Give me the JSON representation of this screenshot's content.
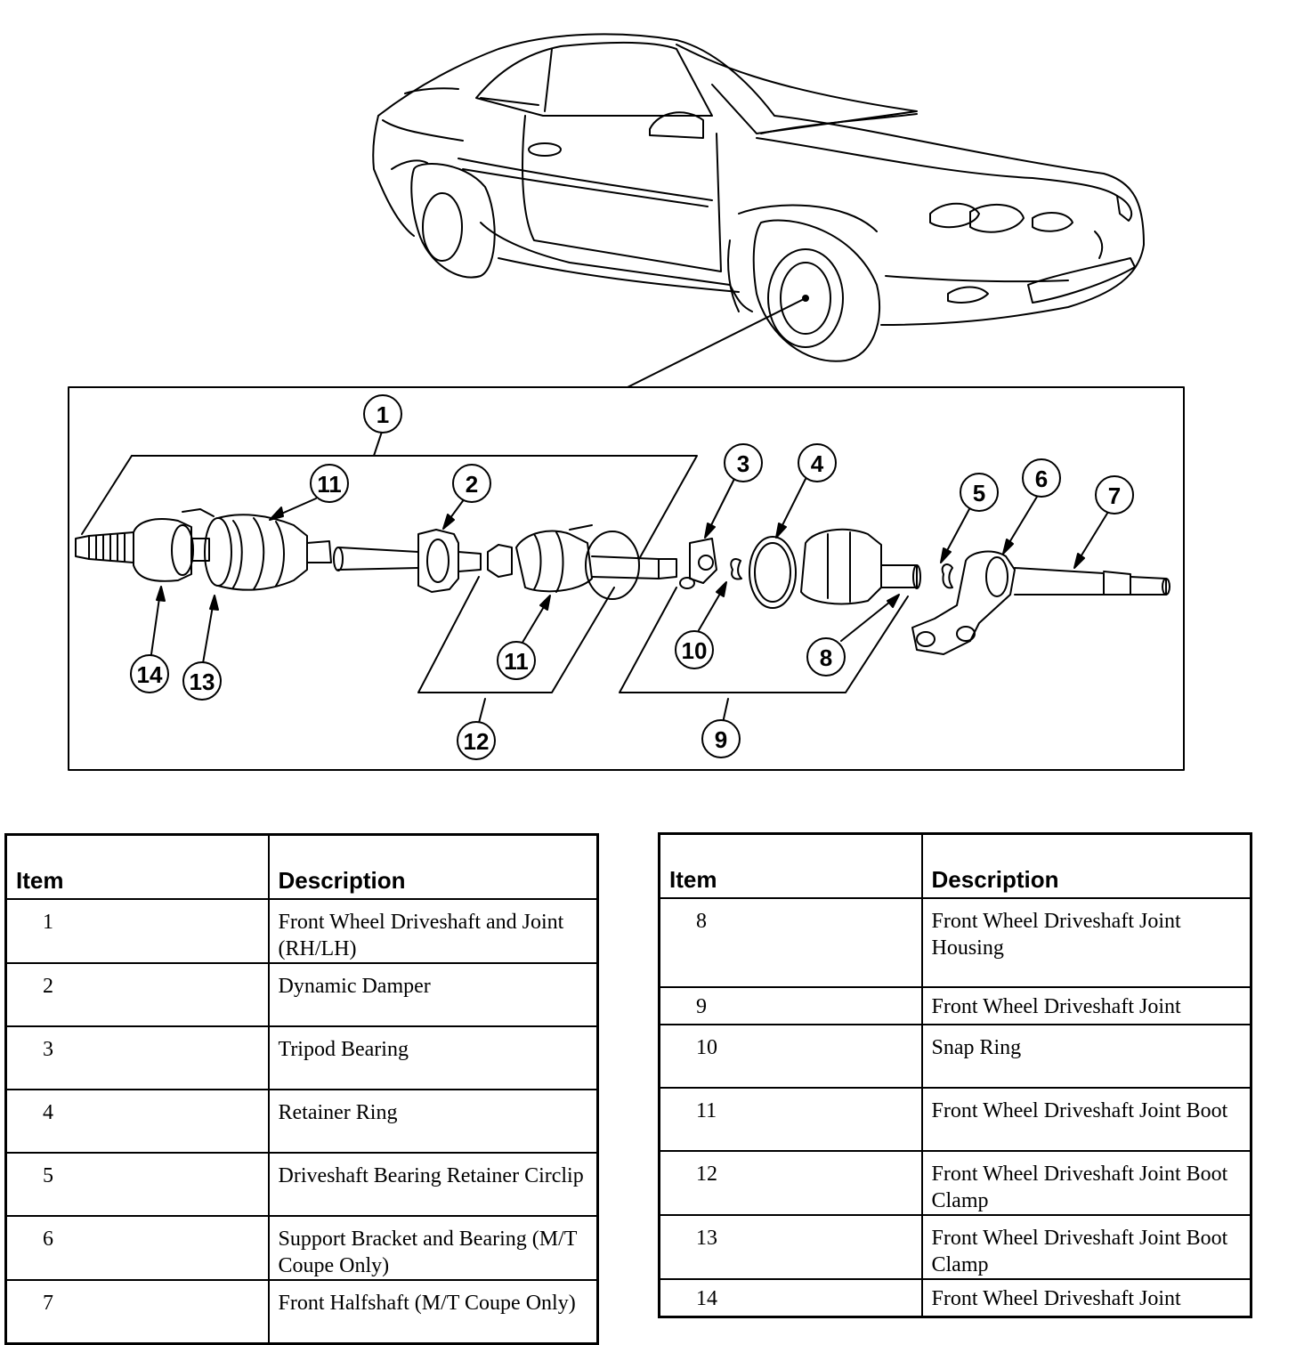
{
  "diagram": {
    "callouts": [
      "1",
      "2",
      "3",
      "4",
      "5",
      "6",
      "7",
      "8",
      "9",
      "10",
      "11",
      "11",
      "12",
      "13",
      "14"
    ]
  },
  "tables": {
    "left": {
      "headers": {
        "item": "Item",
        "description": "Description"
      },
      "rows": [
        {
          "item": "1",
          "description": "Front Wheel Driveshaft and Joint (RH/LH)"
        },
        {
          "item": "2",
          "description": "Dynamic Damper"
        },
        {
          "item": "3",
          "description": "Tripod Bearing"
        },
        {
          "item": "4",
          "description": "Retainer Ring"
        },
        {
          "item": "5",
          "description": "Driveshaft Bearing Retainer Circlip"
        },
        {
          "item": "6",
          "description": "Support Bracket and Bearing (M/T Coupe Only)"
        },
        {
          "item": "7",
          "description": "Front Halfshaft (M/T Coupe Only)"
        }
      ]
    },
    "right": {
      "headers": {
        "item": "Item",
        "description": "Description"
      },
      "rows": [
        {
          "item": "8",
          "description": "Front Wheel Driveshaft Joint Housing"
        },
        {
          "item": "9",
          "description": "Front Wheel Driveshaft Joint"
        },
        {
          "item": "10",
          "description": "Snap Ring"
        },
        {
          "item": "11",
          "description": "Front Wheel Driveshaft Joint Boot"
        },
        {
          "item": "12",
          "description": "Front Wheel Driveshaft Joint Boot Clamp"
        },
        {
          "item": "13",
          "description": "Front Wheel Driveshaft Joint Boot Clamp"
        },
        {
          "item": "14",
          "description": "Front Wheel Driveshaft Joint"
        }
      ]
    }
  }
}
